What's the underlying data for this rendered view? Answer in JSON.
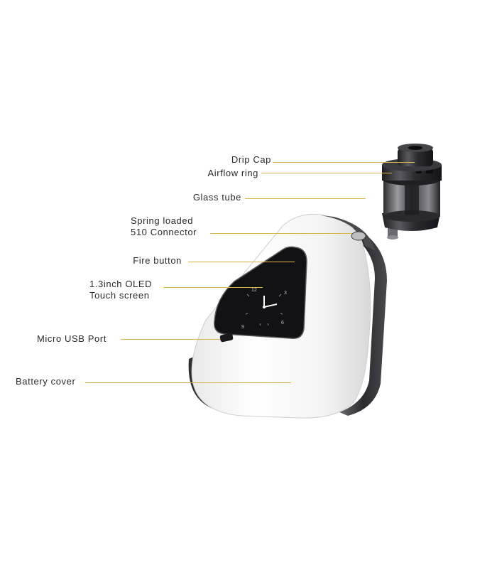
{
  "labels": {
    "drip_cap": "Drip Cap",
    "airflow_ring": "Airflow ring",
    "glass_tube": "Glass tube",
    "spring_loaded_line1": "Spring loaded",
    "spring_loaded_line2": "510 Connector",
    "fire_button": "Fire button",
    "oled_line1": "1.3inch OLED",
    "oled_line2": "Touch screen",
    "micro_usb": "Micro USB Port",
    "battery_cover": "Battery cover"
  },
  "screen": {
    "numbers": [
      "12",
      "3",
      "6",
      "9"
    ]
  },
  "colors": {
    "leader_line": "#d9b24a",
    "body": "#f4f4f4",
    "metal": "#3b3b3e",
    "screen": "#0d0d0d"
  }
}
